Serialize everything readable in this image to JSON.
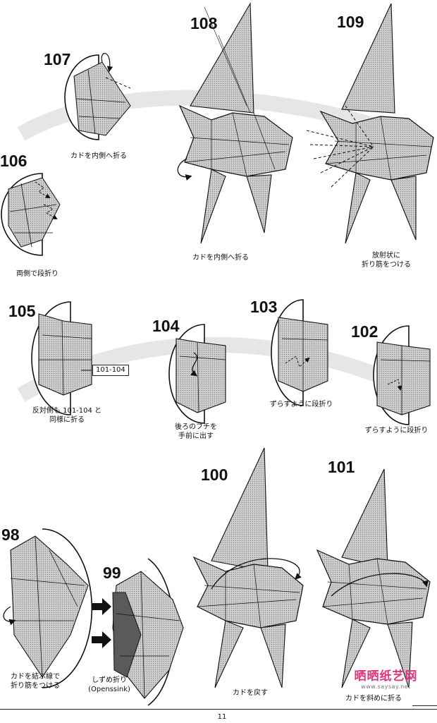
{
  "colors": {
    "paper": "#c4c4c4",
    "paper_dark": "#5a5a5a",
    "ink": "#111111",
    "watermark": "#e0357a"
  },
  "steps": [
    {
      "id": "106",
      "number": "106",
      "caption": "両側で段折り"
    },
    {
      "id": "107",
      "number": "107",
      "caption": "カドを内側へ折る"
    },
    {
      "id": "108",
      "number": "108",
      "caption": "カドを内側へ折る"
    },
    {
      "id": "109",
      "number": "109",
      "caption": "放射状に\n折り筋をつける"
    },
    {
      "id": "105",
      "number": "105",
      "caption": "反対側も 101-104 と\n同様に折る"
    },
    {
      "id": "104",
      "number": "104",
      "caption": "後ろのフチを\n手前に出す"
    },
    {
      "id": "103",
      "number": "103",
      "caption": "ずらすように段折り"
    },
    {
      "id": "102",
      "number": "102",
      "caption": "ずらすように段折り"
    },
    {
      "id": "98",
      "number": "98",
      "caption": "カドを結ぶ線で\n折り筋をつける"
    },
    {
      "id": "99",
      "number": "99",
      "caption": "しずめ折り\n(Openssink)"
    },
    {
      "id": "100",
      "number": "100",
      "caption": "カドを戻す"
    },
    {
      "id": "101",
      "number": "101",
      "caption": "カドを斜めに折る"
    }
  ],
  "reference_box": "101-104",
  "page_number": "11",
  "watermark": {
    "text": "晒晒纸艺网",
    "url": "www.saysay.net"
  }
}
